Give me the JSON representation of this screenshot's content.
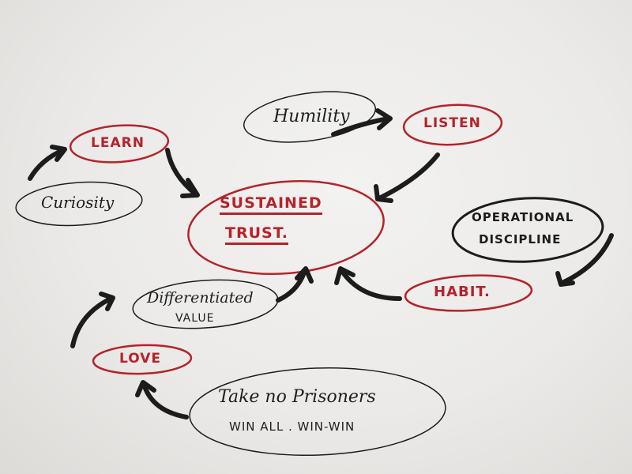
{
  "diagram": {
    "center": {
      "line1": "SUSTAINED",
      "line2": "TRUST."
    },
    "nodes": {
      "learn": "LEARN",
      "listen": "LISTEN",
      "habit": "HABIT.",
      "love": "LOVE",
      "curiosity": "Curiosity",
      "humility": "Humility",
      "operational_line1": "OPERATIONAL",
      "operational_line2": "DISCIPLINE",
      "differentiated_line1": "Differentiated",
      "differentiated_line2": "VALUE",
      "prisoners_line1": "Take no Prisoners",
      "prisoners_line2": "WIN ALL . WIN-WIN"
    },
    "colors": {
      "red_ink": "#b5232b",
      "black_ink": "#1c1c1c",
      "paper": "#efeeec"
    }
  }
}
